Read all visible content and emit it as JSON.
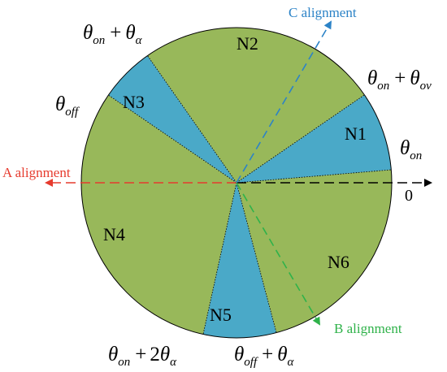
{
  "colors": {
    "green_region": "#98b85a",
    "blue_region": "#4aa9c8",
    "outline": "#000000",
    "a_axis": "#e63b2e",
    "b_axis": "#2fb24a",
    "c_axis": "#2c83c7",
    "reference_axis": "#000000"
  },
  "regions": [
    {
      "label": "N1",
      "type": "blue"
    },
    {
      "label": "N2",
      "type": "green"
    },
    {
      "label": "N3",
      "type": "blue"
    },
    {
      "label": "N4",
      "type": "green"
    },
    {
      "label": "N5",
      "type": "blue"
    },
    {
      "label": "N6",
      "type": "green"
    }
  ],
  "axes": {
    "a_label": "A alignment",
    "b_label": "B alignment",
    "c_label": "C alignment",
    "zero_label": "0"
  },
  "angles": {
    "theta_on": {
      "base": "θ",
      "sub": "on"
    },
    "theta_on_plus_theta_ov": {
      "base1": "θ",
      "sub1": "on",
      "op": "+",
      "base2": "θ",
      "sub2": "ov"
    },
    "theta_on_plus_theta_alpha": {
      "base1": "θ",
      "sub1": "on",
      "op": "+",
      "base2": "θ",
      "sub2": "α"
    },
    "theta_off": {
      "base": "θ",
      "sub": "off"
    },
    "theta_on_plus_2theta_alpha": {
      "base1": "θ",
      "sub1": "on",
      "op": "+",
      "coef": "2",
      "base2": "θ",
      "sub2": "α"
    },
    "theta_off_plus_theta_alpha": {
      "base1": "θ",
      "sub1": "off",
      "op": "+",
      "base2": "θ",
      "sub2": "α"
    }
  }
}
